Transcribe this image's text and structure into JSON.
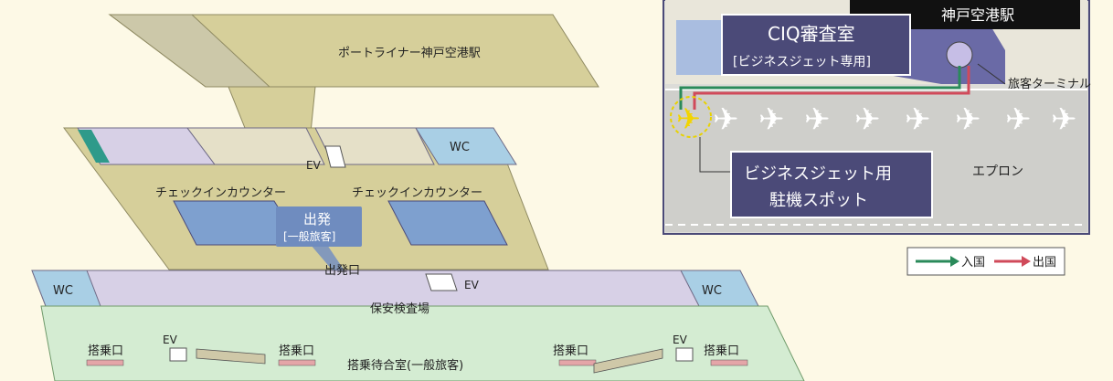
{
  "floor_plan": {
    "station": "ポートライナー神戸空港駅",
    "checkin_left": "チェックインカウンター",
    "checkin_right": "チェックインカウンター",
    "departure_title": "出発",
    "departure_sub": "[一般旅客]",
    "departure_gate": "出発口",
    "security": "保安検査場",
    "waiting_room": "搭乗待合室(一般旅客)",
    "wc": "WC",
    "ev": "EV",
    "boarding_gate": "搭乗口"
  },
  "inset_map": {
    "station_label": "神戸空港駅",
    "ciq_title": "CIQ審査室",
    "ciq_sub": "[ビジネスジェット専用]",
    "terminal": "旅客ターミナル",
    "apron": "エプロン",
    "spot_line1": "ビジネスジェット用",
    "spot_line2": "駐機スポット"
  },
  "legend": {
    "entry": "入国",
    "exit": "出国",
    "entry_color": "#2a8a5a",
    "exit_color": "#d04a5a"
  },
  "colors": {
    "olive": "#d6cf9a",
    "lilac": "#d7d0e6",
    "blue": "#a9cfe5",
    "green_floor": "#d4ecd2",
    "counter": "#7ea0cf",
    "accent_navy": "#4b4a78"
  }
}
